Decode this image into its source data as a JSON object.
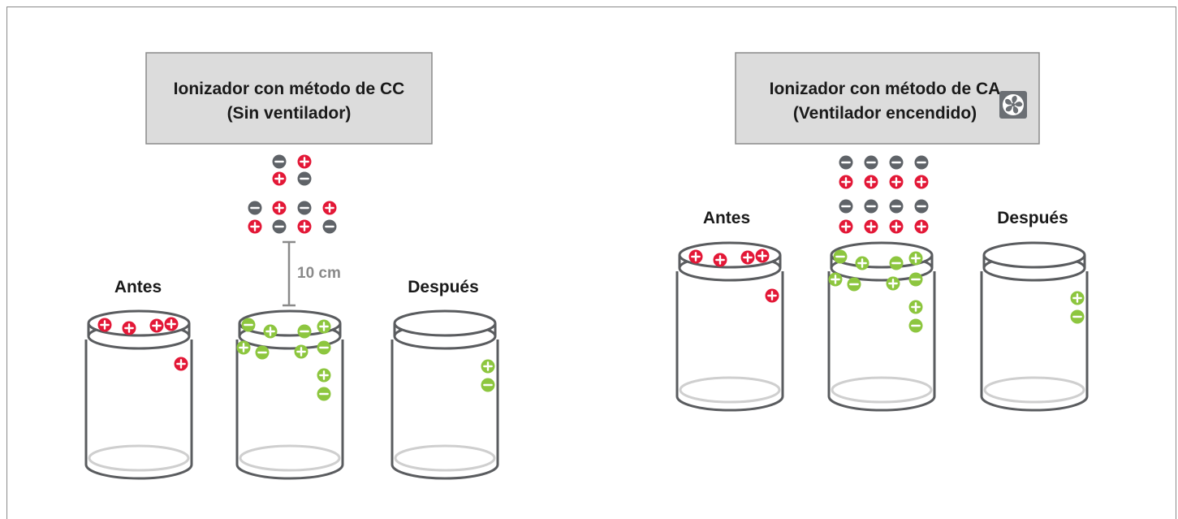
{
  "colors": {
    "box_fill": "#dcdcdc",
    "box_stroke": "#8a8a8a",
    "jar_stroke": "#5a5c5f",
    "jar_bottom_stroke": "#cfcfcf",
    "positive": "#e31837",
    "negative": "#5f6368",
    "neutralized": "#8dc63f",
    "label_text": "#1a1a1a",
    "distance_text": "#8a8a8a"
  },
  "left_panel": {
    "title_line1": "Ionizador con método de CC",
    "title_line2": "(Sin ventilador)",
    "label_before": "Antes",
    "label_after": "Después",
    "distance_label": "10 cm"
  },
  "right_panel": {
    "title_line1": "Ionizador con método de CA",
    "title_line2": "(Ventilador encendido)",
    "icon": "fan-icon",
    "label_before": "Antes",
    "label_after": "Después"
  }
}
